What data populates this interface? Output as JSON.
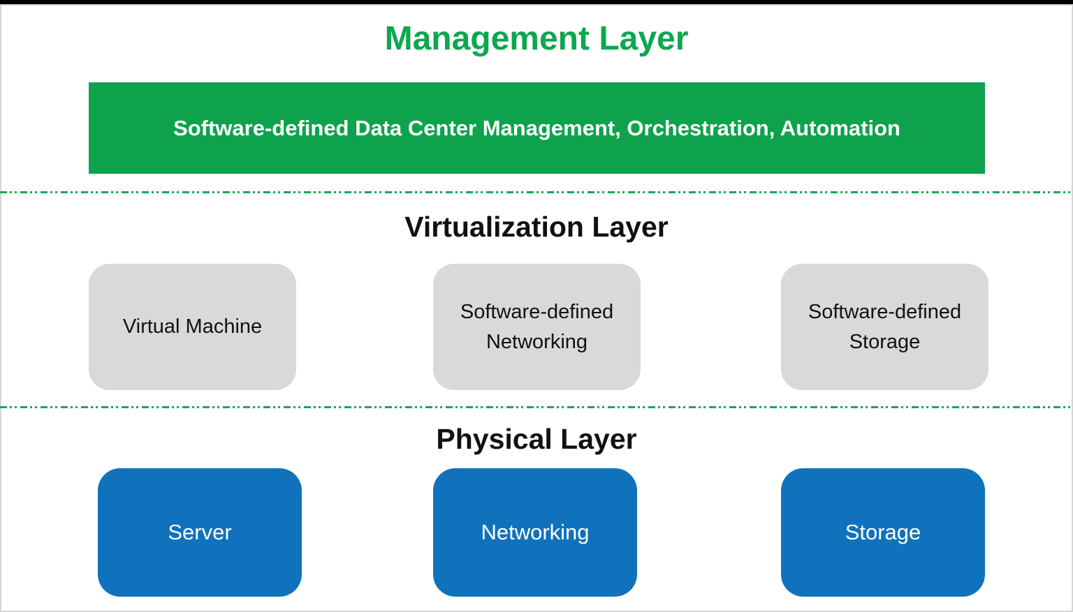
{
  "colors": {
    "management_green": "#0EA24D",
    "title_green": "#0CA74F",
    "physical_blue": "#1072BC",
    "virtualization_gray": "#D9D9D9",
    "divider_green": "#14A957",
    "frame_top": "#000000",
    "frame_edge": "#D6D6D6"
  },
  "management_layer": {
    "title": "Management Layer",
    "box_label": "Software-defined Data Center Management, Orchestration, Automation"
  },
  "virtualization_layer": {
    "title": "Virtualization Layer",
    "boxes": [
      {
        "line1": "Virtual Machine",
        "line2": ""
      },
      {
        "line1": "Software-defined",
        "line2": "Networking"
      },
      {
        "line1": "Software-defined",
        "line2": "Storage"
      }
    ]
  },
  "physical_layer": {
    "title": "Physical Layer",
    "boxes": [
      {
        "label": "Server"
      },
      {
        "label": "Networking"
      },
      {
        "label": "Storage"
      }
    ]
  }
}
